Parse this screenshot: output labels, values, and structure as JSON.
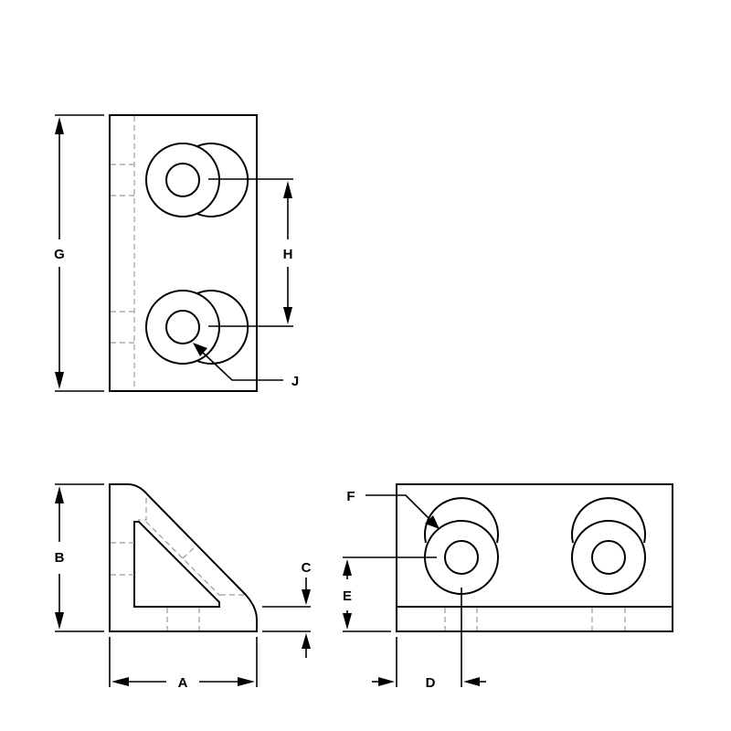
{
  "drawing": {
    "title": "Corner bracket technical drawing",
    "views": [
      "top-view",
      "side-view",
      "front-view"
    ],
    "dimension_labels": {
      "A": "A",
      "B": "B",
      "C": "C",
      "D": "D",
      "E": "E",
      "F": "F",
      "G": "G",
      "H": "H",
      "J": "J"
    },
    "colors": {
      "line": "#000000",
      "hidden_line": "#9a9a9a",
      "background": "#ffffff"
    }
  }
}
